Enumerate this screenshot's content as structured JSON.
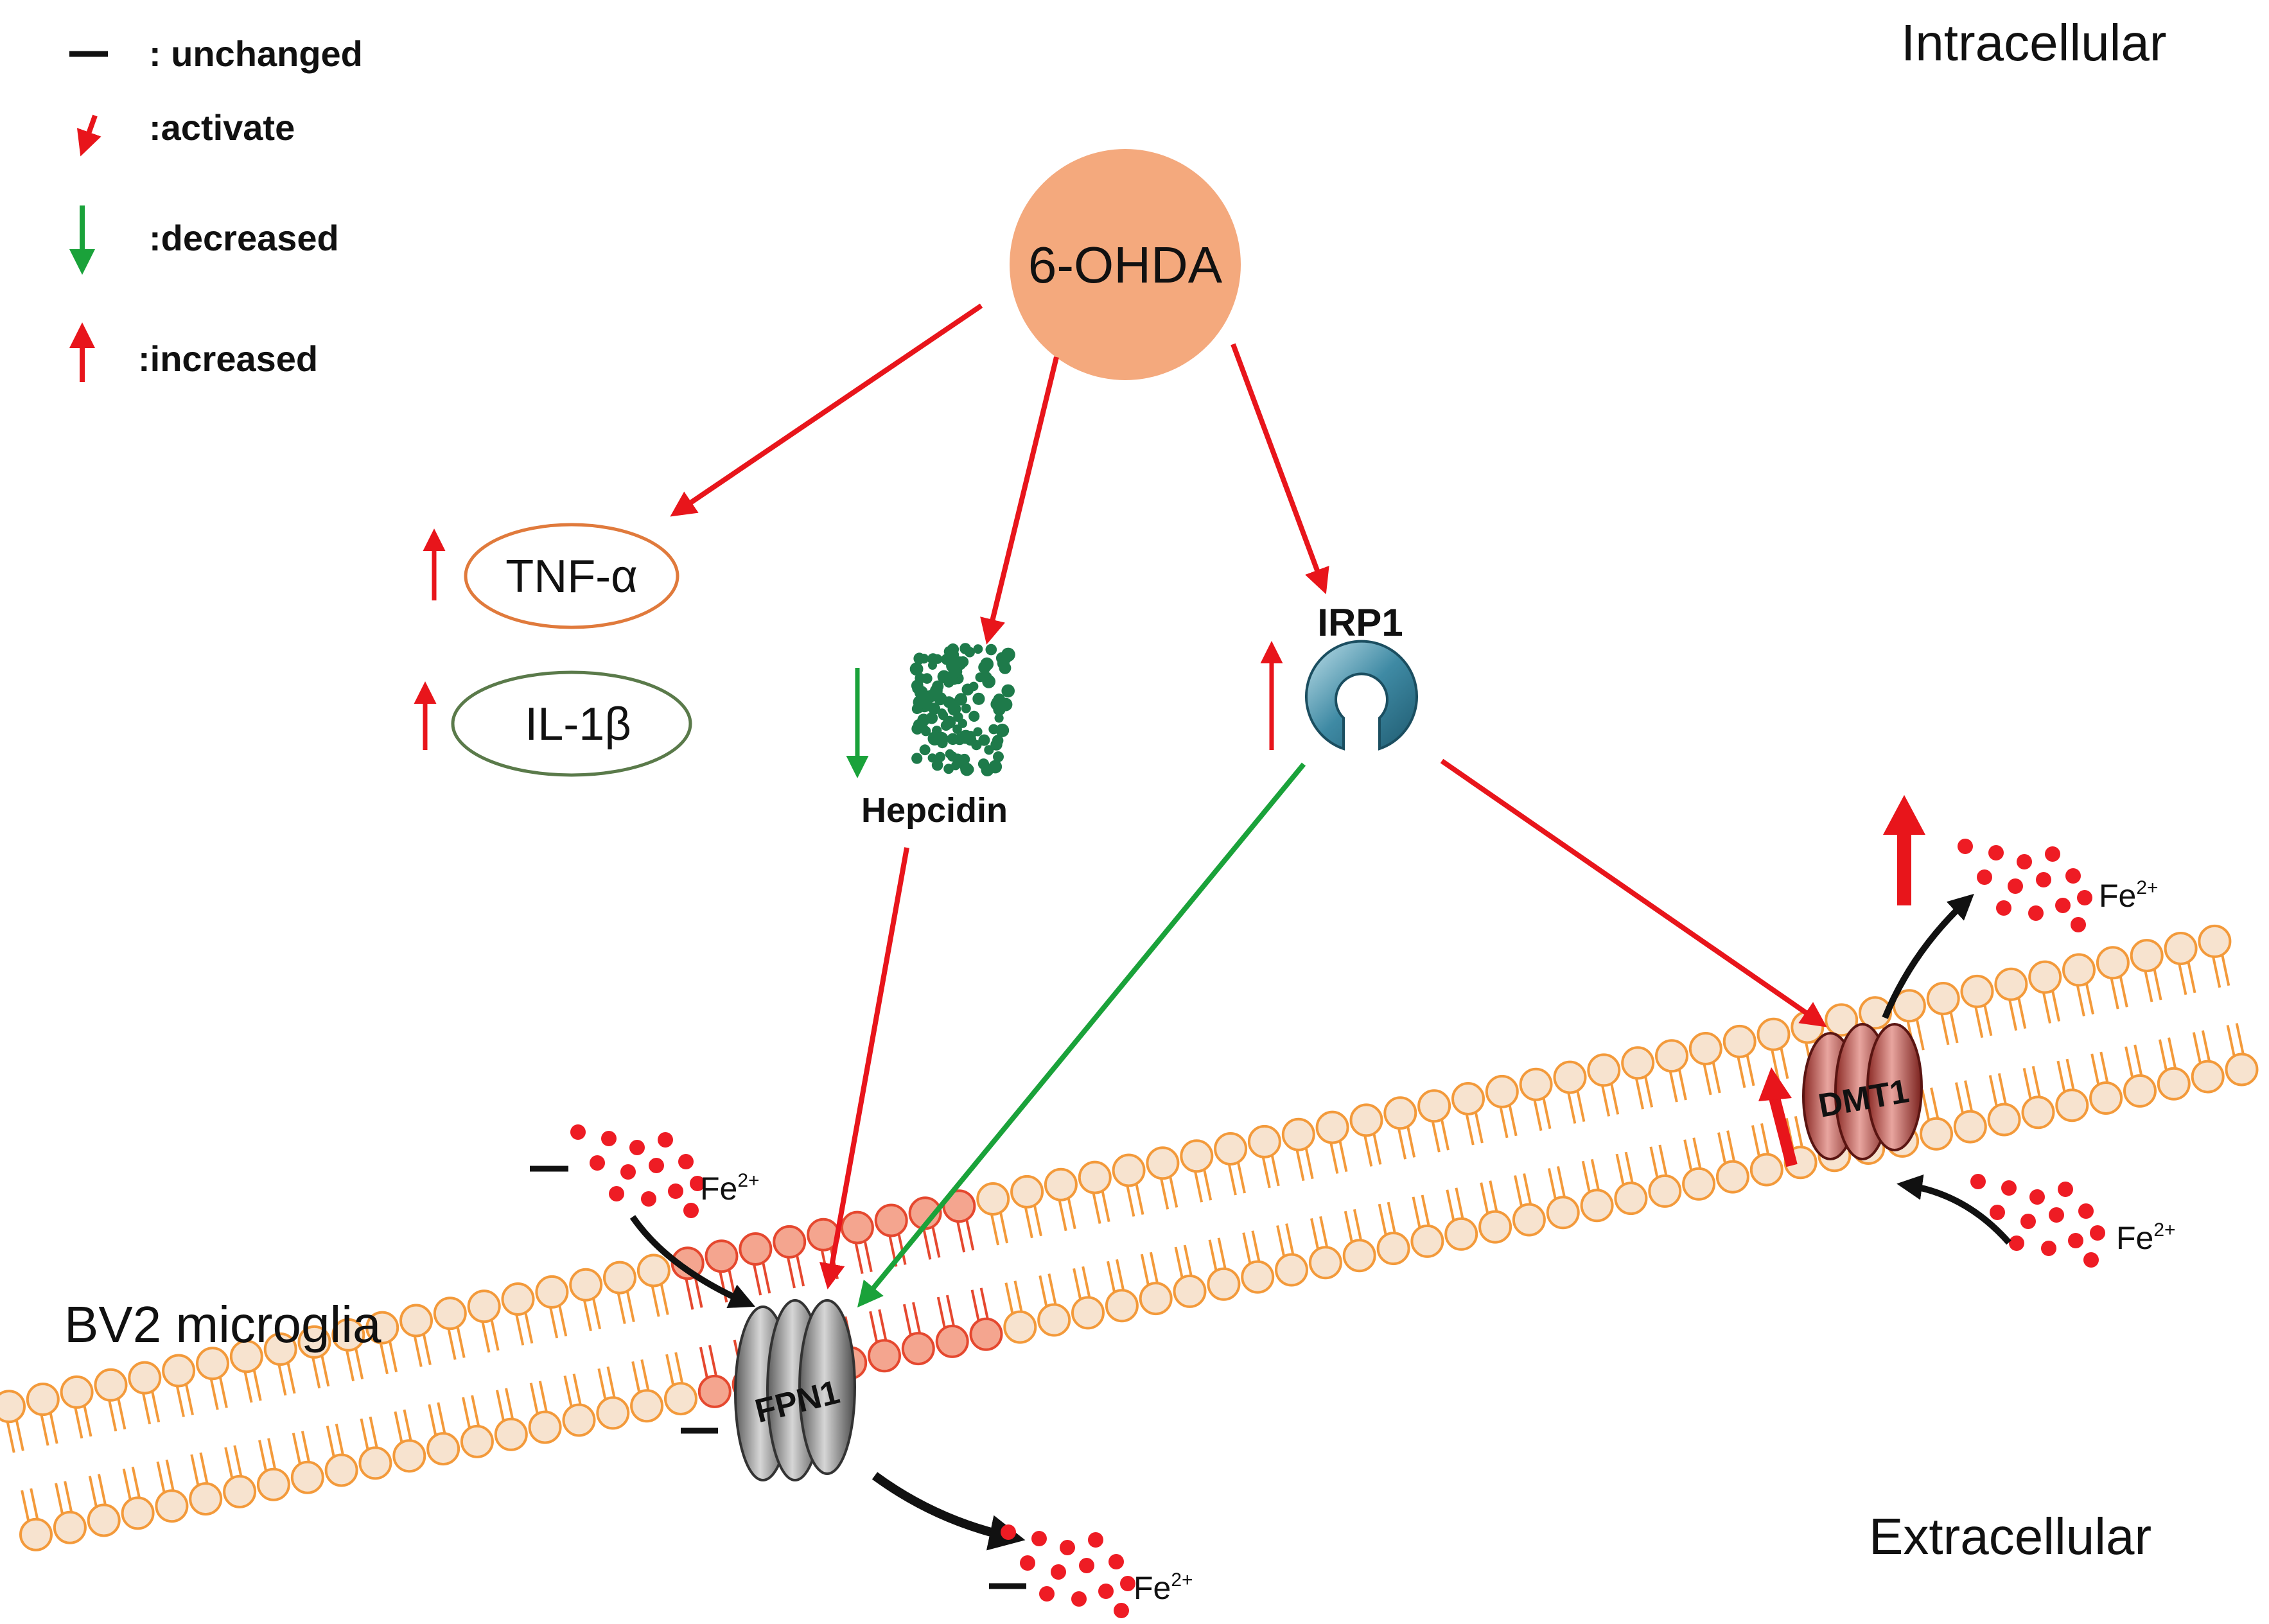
{
  "legend": {
    "unchanged": ": unchanged",
    "activate": ":activate",
    "decreased": ":decreased",
    "increased": ":increased"
  },
  "regions": {
    "intracellular": "Intracellular",
    "extracellular": "Extracellular",
    "cell": "BV2 microglia"
  },
  "nodes": {
    "drug": "6-OHDA",
    "tnf": "TNF-α",
    "il1b": "IL-1β",
    "hepcidin": "Hepcidin",
    "irp1": "IRP1",
    "fpn1": "FPN1",
    "dmt1": "DMT1"
  },
  "iron": {
    "base": "Fe",
    "charge": "2+"
  },
  "colors": {
    "activate": "#e8151b",
    "decreased": "#1aa23a",
    "increased": "#e8151b",
    "unchanged": "#111111",
    "drug_fill": "#f4a97d",
    "membrane": "#f39a3b",
    "iron_dot": "#ee1c24",
    "hepcidin": "#1e7a4a",
    "irp1": "#3a7f9a",
    "dmt1": "#c0504d",
    "fpn1": "#8c8c8c"
  }
}
